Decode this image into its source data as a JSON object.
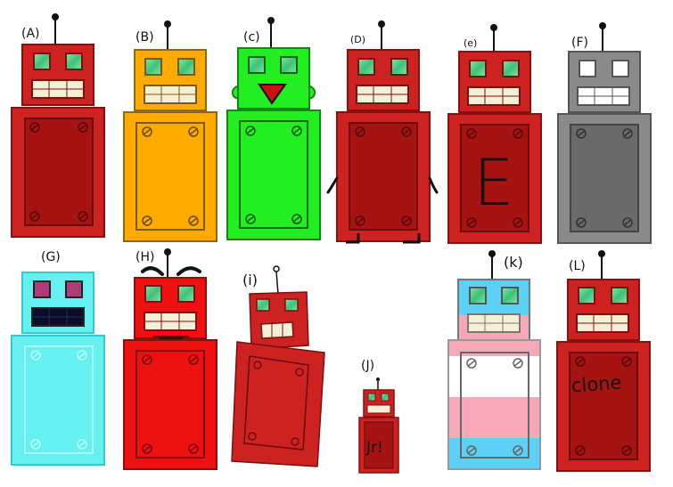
{
  "robots": [
    {
      "id": "a",
      "label": "(A)",
      "body_color": "#cc2222",
      "panel_color": "#a51313",
      "eye_color": "#58d88a"
    },
    {
      "id": "b",
      "label": "(B)",
      "body_color": "#ffaa00",
      "panel_color": "#ffaa00",
      "eye_color": "#58d88a"
    },
    {
      "id": "c",
      "label": "(c)",
      "body_color": "#22ee22",
      "panel_color": "#22ee22",
      "eye_color": "#58d88a",
      "mouth_color": "#cc1111"
    },
    {
      "id": "d",
      "label": "(D)",
      "body_color": "#cc2222",
      "panel_color": "#a51313",
      "eye_color": "#58d88a"
    },
    {
      "id": "e",
      "label": "(e)",
      "body_color": "#cc2222",
      "panel_color": "#a51313",
      "eye_color": "#58d88a",
      "panel_text": "E"
    },
    {
      "id": "f",
      "label": "(F)",
      "body_color": "#8a8a8a",
      "panel_color": "#6a6a6a",
      "eye_color": "#ffffff"
    },
    {
      "id": "g",
      "label": "(G)",
      "body_color": "#66f0f0",
      "panel_color": "#66f0f0",
      "eye_color": "#b03a7a",
      "mouth_color": "#0b0b2a"
    },
    {
      "id": "h",
      "label": "(H)",
      "body_color": "#ee1111",
      "panel_color": "#ee1111",
      "eye_color": "#58d88a"
    },
    {
      "id": "i",
      "label": "(i)",
      "body_color": "#cc2222",
      "panel_color": "#cc2222",
      "eye_color": "#58d88a"
    },
    {
      "id": "j",
      "label": "(J)",
      "body_color": "#cc2222",
      "panel_color": "#a51313",
      "eye_color": "#58d88a",
      "panel_text": "Jr!"
    },
    {
      "id": "k",
      "label": "(k)",
      "stripe_colors": [
        "#5cd0f5",
        "#f5a9b8",
        "#ffffff",
        "#f5a9b8",
        "#5cd0f5"
      ],
      "eye_color": "#58d88a"
    },
    {
      "id": "l",
      "label": "(L)",
      "body_color": "#cc2222",
      "panel_color": "#a51313",
      "eye_color": "#58d88a",
      "panel_text": "clone"
    }
  ]
}
